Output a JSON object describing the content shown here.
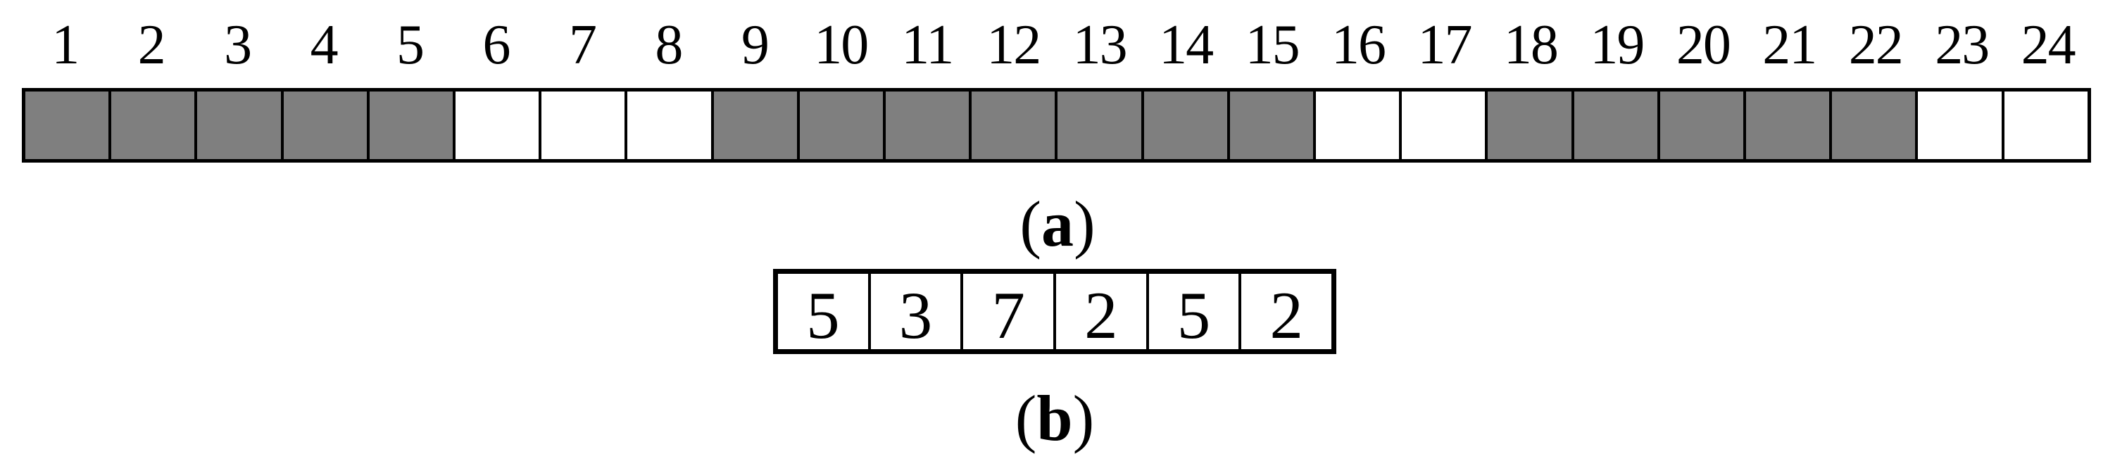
{
  "panel_a": {
    "label": {
      "open": "(",
      "letter": "a",
      "close": ")"
    },
    "cell_indices": [
      1,
      2,
      3,
      4,
      5,
      6,
      7,
      8,
      9,
      10,
      11,
      12,
      13,
      14,
      15,
      16,
      17,
      18,
      19,
      20,
      21,
      22,
      23,
      24
    ],
    "filled_cells": [
      1,
      2,
      3,
      4,
      5,
      9,
      10,
      11,
      12,
      13,
      14,
      15,
      18,
      19,
      20,
      21,
      22
    ]
  },
  "panel_b": {
    "label": {
      "open": "(",
      "letter": "b",
      "close": ")"
    },
    "values": [
      5,
      3,
      7,
      2,
      5,
      2
    ]
  },
  "colors": {
    "filled_cell": "#7f7f7f",
    "empty_cell": "#ffffff",
    "border": "#000000",
    "text": "#000000"
  }
}
